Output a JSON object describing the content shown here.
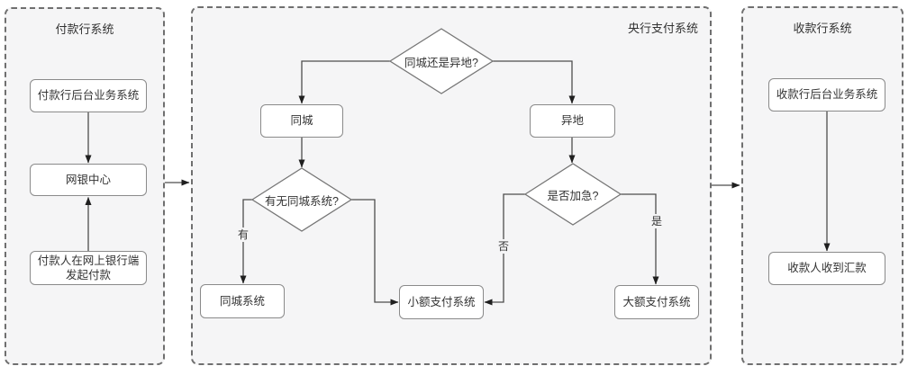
{
  "panels": {
    "payer": {
      "title": "付款行系统"
    },
    "central": {
      "title": "央行支付系统"
    },
    "receiver": {
      "title": "收款行系统"
    }
  },
  "nodes": {
    "pay_backend": "付款行后台业务系统",
    "ebank_center": "网银中心",
    "payer_initiate": "付款人在网上银行端发起付款",
    "tongcheng": "同城",
    "yidi": "异地",
    "tongcheng_sys": "同城系统",
    "xiaoe_sys": "小额支付系统",
    "dae_sys": "大额支付系统",
    "recv_backend": "收款行后台业务系统",
    "recv_done": "收款人收到汇款"
  },
  "decisions": {
    "city_or_remote": "同城还是异地?",
    "has_city_system": "有无同城系统?",
    "is_urgent": "是否加急?"
  },
  "edge_labels": {
    "has": "有",
    "no": "否",
    "yes": "是"
  },
  "colors": {
    "panel_bg": "#f5f5f6",
    "node_bg": "#ffffff",
    "panel_border": "#6f6f6f",
    "node_border": "#8a8a8a",
    "line": "#4d4d4d",
    "arrowhead": "#1f1f1f",
    "text": "#333333"
  }
}
